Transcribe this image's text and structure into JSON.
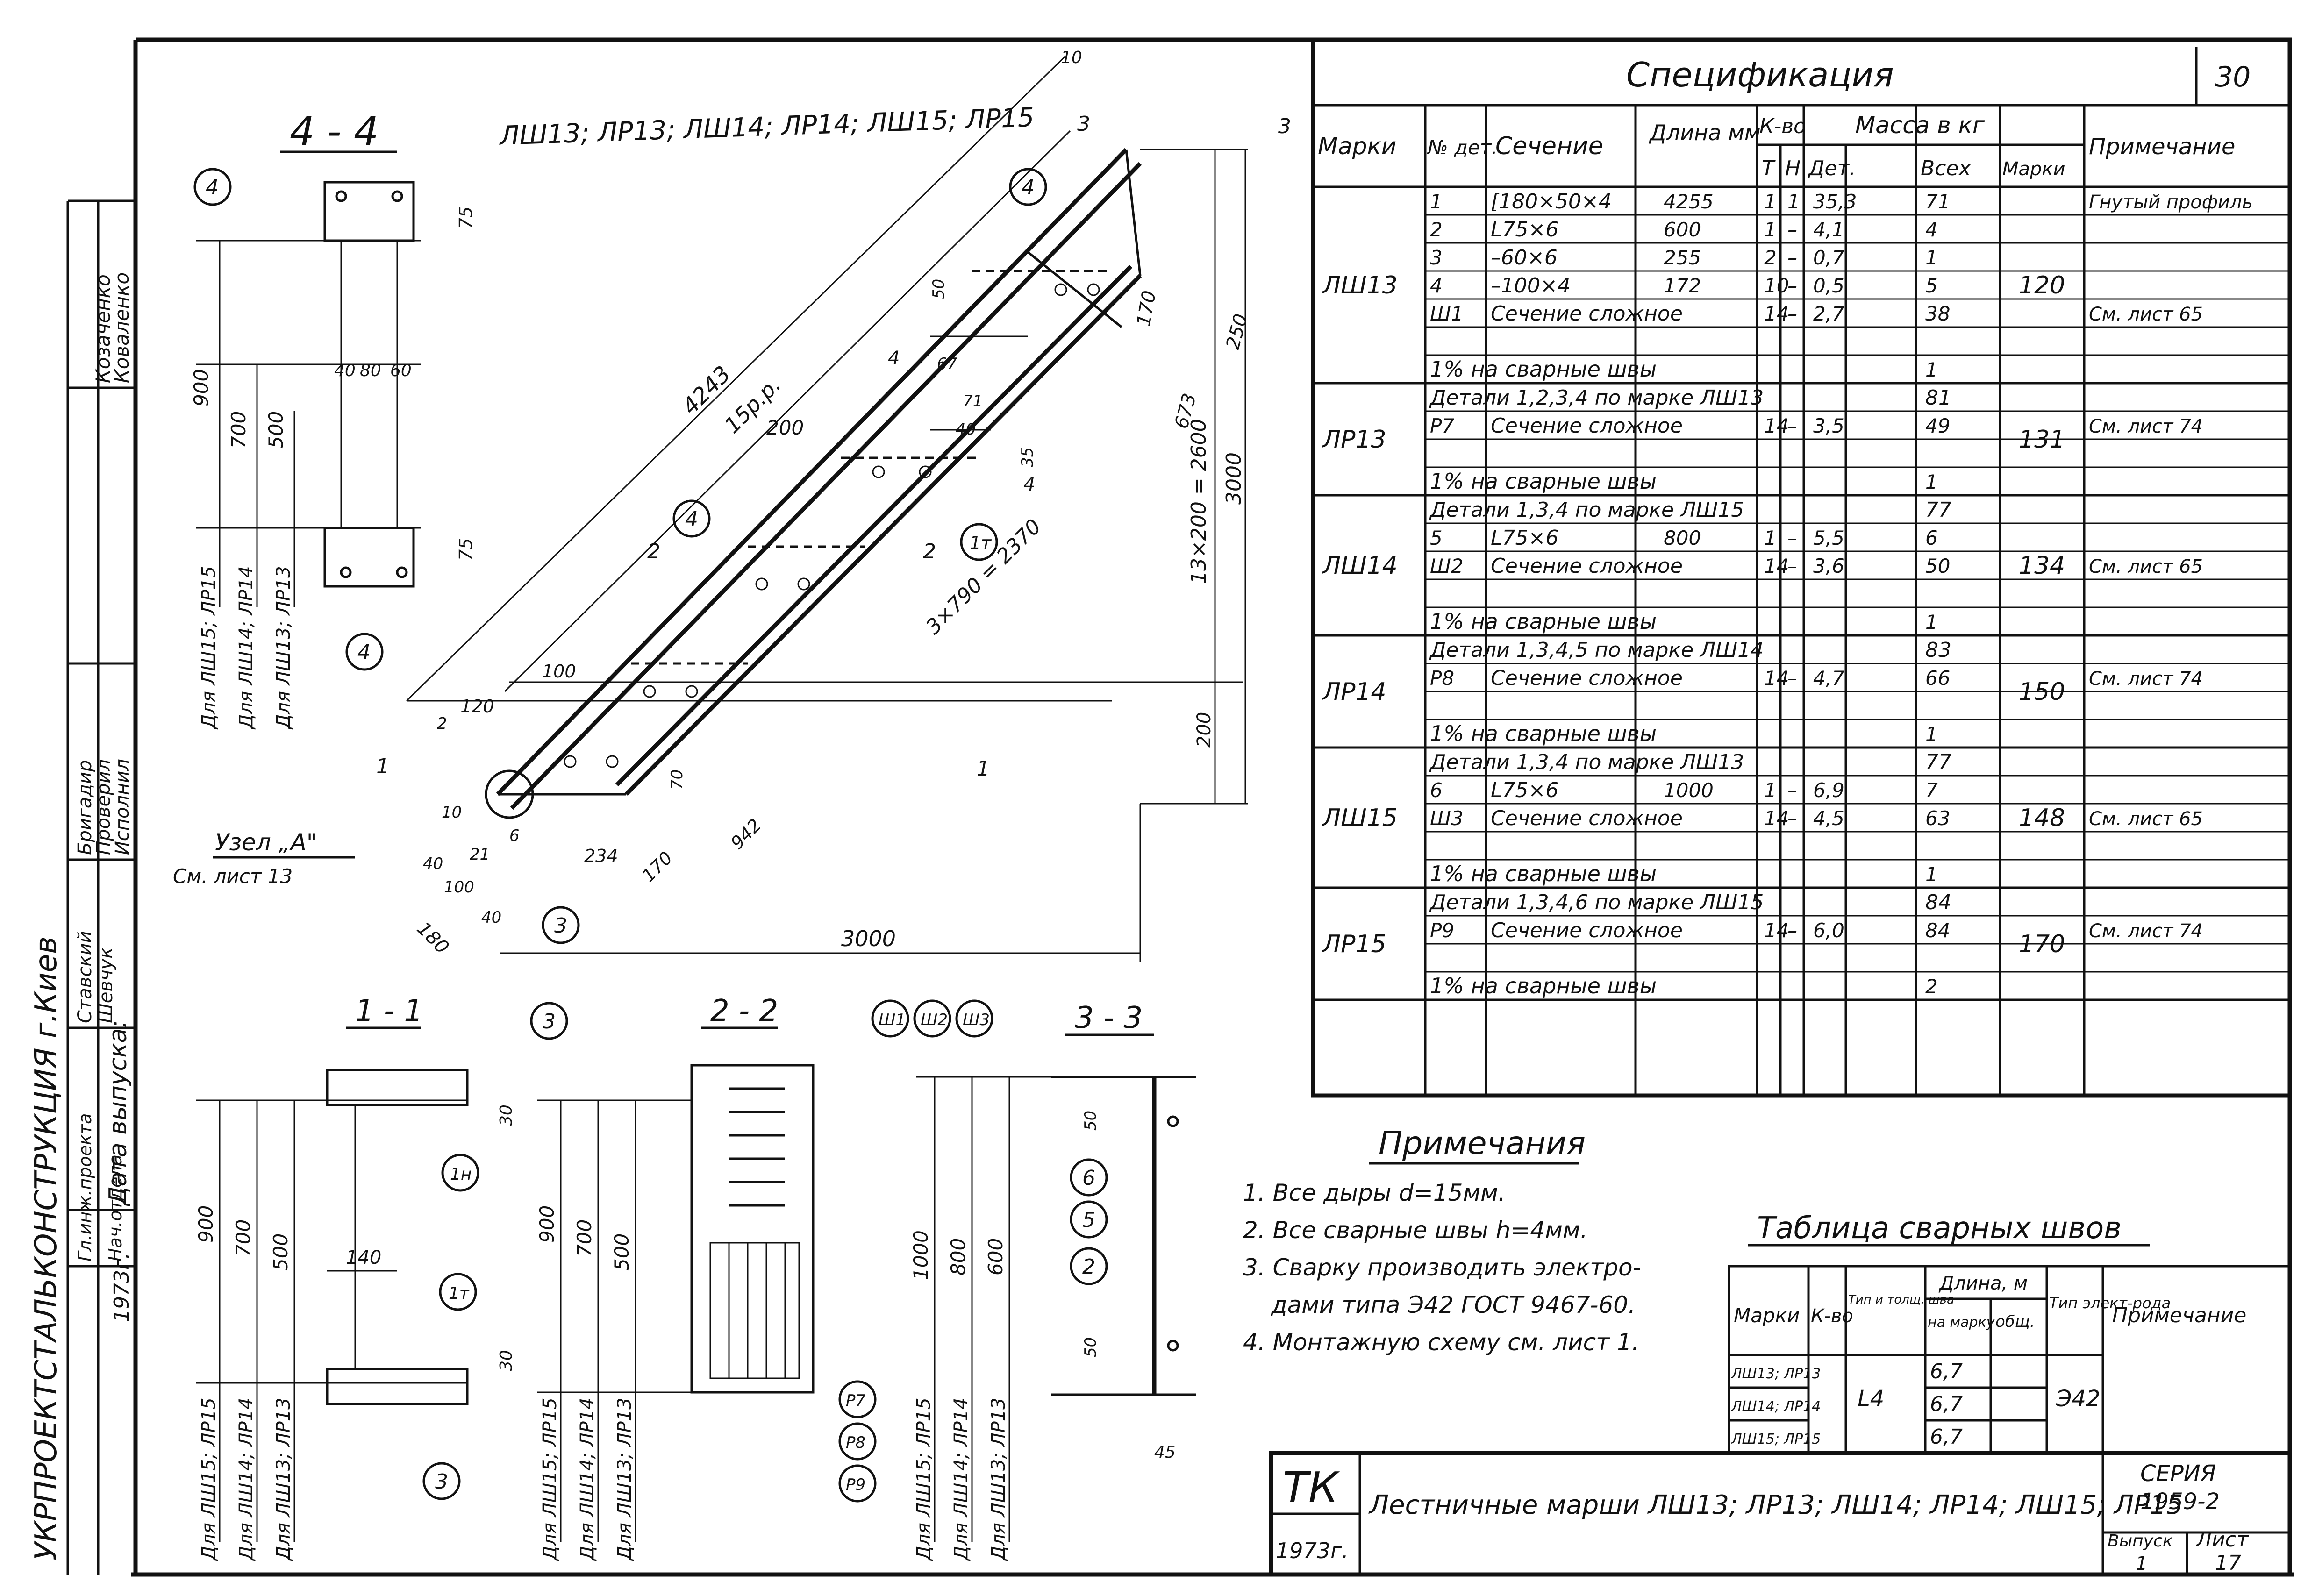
{
  "sheet": {
    "sheet_number": "30",
    "title_block": {
      "org_mark": "ТК",
      "year": "1973г.",
      "title": "Лестничные марши ЛШ13; ЛР13; ЛШ14; ЛР14; ЛШ15; ЛР15",
      "series_label": "СЕРИЯ",
      "series_value": "1959-2",
      "issue_label": "Выпуск",
      "issue_value": "1",
      "sheet_label": "Лист",
      "sheet_value": "17"
    },
    "stamp": {
      "org_vertical": "УКРПРОЕКТСТАЛЬКОНСТРУКЦИЯ г.Киев",
      "roles": [
        "Гл.инж.проекта",
        "Нач.отдела",
        "Бригадир",
        "Проверил",
        "Исполнил"
      ],
      "names": [
        "Коваленко",
        "Козаченко",
        "Ставский",
        "Шевчук"
      ],
      "date_label": "Дата выпуска:",
      "date_value": "1973г."
    }
  },
  "drawing": {
    "series_header": "ЛШ13; ЛР13; ЛШ14; ЛР14; ЛШ15; ЛР15",
    "views": {
      "section_44": "4 - 4",
      "section_11": "1 - 1",
      "section_22": "2 - 2",
      "section_33": "3 - 3"
    },
    "dims_main": [
      "4243",
      "15р.р.",
      "200",
      "3×790 = 2370",
      "13×200 = 2600",
      "3000",
      "3000",
      "673",
      "250",
      "170",
      "200",
      "100",
      "120",
      "234",
      "170",
      "942",
      "10",
      "180",
      "50",
      "35",
      "67",
      "71",
      "40",
      "200",
      "70",
      "40",
      "100",
      "40",
      "21",
      "6",
      "10",
      "2"
    ],
    "node_label": "Узел „А\"",
    "node_ref": "См. лист 13",
    "markers": [
      "1",
      "2",
      "3",
      "4",
      "1т",
      "1н",
      "6",
      "5",
      "2",
      "Ш1",
      "Ш2",
      "Ш3",
      "Р7",
      "Р8",
      "Р9"
    ],
    "cut_labels": [
      "1",
      "1",
      "2",
      "2",
      "3",
      "3",
      "4",
      "4"
    ],
    "side_dims_44": [
      "900",
      "700",
      "500",
      "75",
      "75",
      "40",
      "80",
      "60"
    ],
    "side_dims_11": [
      "900",
      "700",
      "500",
      "140",
      "30",
      "30"
    ],
    "side_dims_22": [
      "900",
      "700",
      "500"
    ],
    "side_dims_33": [
      "1000",
      "800",
      "600",
      "50",
      "50",
      "45"
    ],
    "for_labels": [
      "Для ЛШ15; ЛР15",
      "Для ЛШ14; ЛР14",
      "Для ЛШ13; ЛР13"
    ]
  },
  "spec": {
    "title": "Спецификация",
    "headers": {
      "mark": "Марки",
      "det": "№ дет.",
      "section": "Сечение",
      "length": "Длина мм",
      "qty": "К-во",
      "qty_t": "Т",
      "qty_n": "Н",
      "mass": "Масса в кг",
      "mass_det": "Дет.",
      "mass_all": "Всех",
      "mass_mark": "Марки",
      "note": "Примечание"
    },
    "groups": [
      {
        "mark": "ЛШ13",
        "mass_mark": "120",
        "rows": [
          {
            "det": "1",
            "section": "[180×50×4",
            "length": "4255",
            "t": "1",
            "n": "1",
            "m_det": "35,3",
            "m_all": "71",
            "note": "Гнутый профиль"
          },
          {
            "det": "2",
            "section": "L75×6",
            "length": "600",
            "t": "1",
            "n": "–",
            "m_det": "4,1",
            "m_all": "4",
            "note": ""
          },
          {
            "det": "3",
            "section": "–60×6",
            "length": "255",
            "t": "2",
            "n": "–",
            "m_det": "0,7",
            "m_all": "1",
            "note": ""
          },
          {
            "det": "4",
            "section": "–100×4",
            "length": "172",
            "t": "10",
            "n": "–",
            "m_det": "0,5",
            "m_all": "5",
            "note": ""
          },
          {
            "det": "Ш1",
            "section": "Сечение сложное",
            "length": "",
            "t": "14",
            "n": "–",
            "m_det": "2,7",
            "m_all": "38",
            "note": "См. лист 65"
          }
        ],
        "weld": "1% на сварные швы",
        "weld_mass": "1"
      },
      {
        "mark": "ЛР13",
        "mass_mark": "131",
        "head": "Детали 1,2,3,4 по марке ЛШ13",
        "head_mass": "81",
        "rows": [
          {
            "det": "Р7",
            "section": "Сечение сложное",
            "length": "",
            "t": "14",
            "n": "–",
            "m_det": "3,5",
            "m_all": "49",
            "note": "См. лист 74"
          }
        ],
        "weld": "1% на сварные швы",
        "weld_mass": "1"
      },
      {
        "mark": "ЛШ14",
        "mass_mark": "134",
        "head": "Детали 1,3,4 по марке ЛШ15",
        "head_mass": "77",
        "rows": [
          {
            "det": "5",
            "section": "L75×6",
            "length": "800",
            "t": "1",
            "n": "–",
            "m_det": "5,5",
            "m_all": "6",
            "note": ""
          },
          {
            "det": "Ш2",
            "section": "Сечение сложное",
            "length": "",
            "t": "14",
            "n": "–",
            "m_det": "3,6",
            "m_all": "50",
            "note": "См. лист 65"
          }
        ],
        "weld": "1% на сварные швы",
        "weld_mass": "1"
      },
      {
        "mark": "ЛР14",
        "mass_mark": "150",
        "head": "Детали 1,3,4,5 по марке ЛШ14",
        "head_mass": "83",
        "rows": [
          {
            "det": "Р8",
            "section": "Сечение сложное",
            "length": "",
            "t": "14",
            "n": "–",
            "m_det": "4,7",
            "m_all": "66",
            "note": "См. лист 74"
          }
        ],
        "weld": "1% на сварные швы",
        "weld_mass": "1"
      },
      {
        "mark": "ЛШ15",
        "mass_mark": "148",
        "head": "Детали 1,3,4 по марке ЛШ13",
        "head_mass": "77",
        "rows": [
          {
            "det": "6",
            "section": "L75×6",
            "length": "1000",
            "t": "1",
            "n": "–",
            "m_det": "6,9",
            "m_all": "7",
            "note": ""
          },
          {
            "det": "Ш3",
            "section": "Сечение сложное",
            "length": "",
            "t": "14",
            "n": "–",
            "m_det": "4,5",
            "m_all": "63",
            "note": "См. лист 65"
          }
        ],
        "weld": "1% на сварные швы",
        "weld_mass": "1"
      },
      {
        "mark": "ЛР15",
        "mass_mark": "170",
        "head": "Детали 1,3,4,6 по марке ЛШ15",
        "head_mass": "84",
        "rows": [
          {
            "det": "Р9",
            "section": "Сечение сложное",
            "length": "",
            "t": "14",
            "n": "–",
            "m_det": "6,0",
            "m_all": "84",
            "note": "См. лист 74"
          }
        ],
        "weld": "1% на сварные швы",
        "weld_mass": "2"
      }
    ]
  },
  "notes": {
    "title": "Примечания",
    "items": [
      "1. Все дыры d=15мм.",
      "2. Все сварные швы h=4мм.",
      "3. Сварку производить электро-",
      "дами типа Э42 ГОСТ 9467-60.",
      "4. Монтажную схему см. лист 1."
    ]
  },
  "welds_table": {
    "title": "Таблица сварных швов",
    "headers": {
      "mark": "Марки",
      "qty": "К-во",
      "type": "Тип и толщ. шва",
      "length": "Длина, м",
      "len_mark": "на марку",
      "len_total": "общ.",
      "electrode": "Тип элект-рода",
      "note": "Примечание"
    },
    "rows": [
      {
        "mark": "ЛШ13; ЛР13",
        "len_mark": "6,7"
      },
      {
        "mark": "ЛШ14; ЛР14",
        "len_mark": "6,7"
      },
      {
        "mark": "ЛШ15; ЛР15",
        "len_mark": "6,7"
      }
    ],
    "type_value": "L4",
    "electrode_value": "Э42"
  }
}
